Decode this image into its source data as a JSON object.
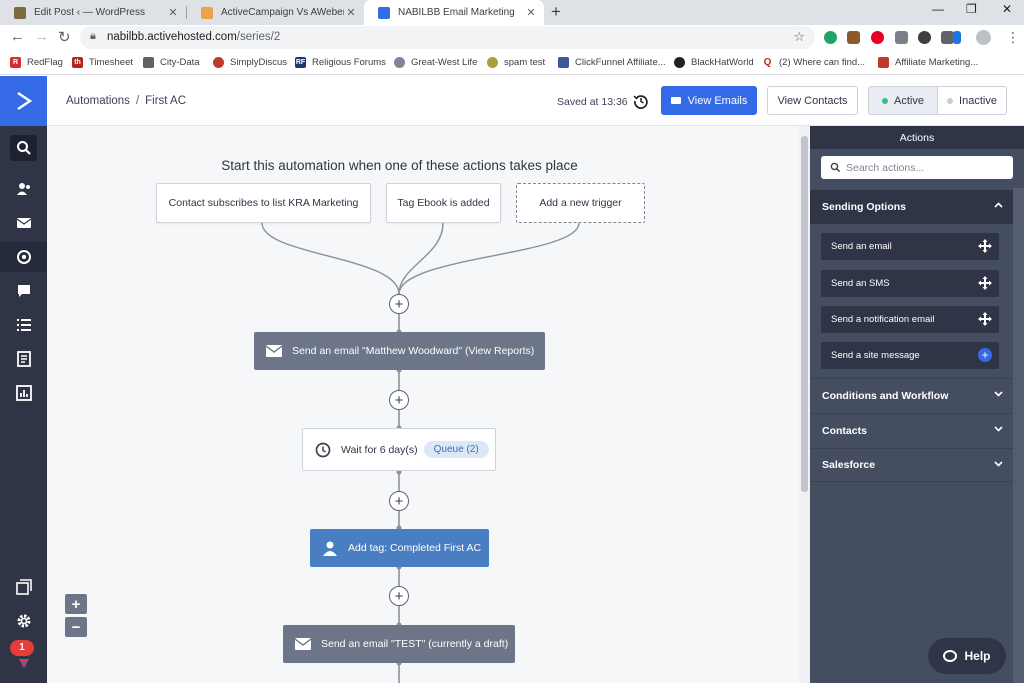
{
  "browser": {
    "tabs": [
      {
        "title": "Edit Post ‹ — WordPress",
        "color": "#7d6b3e"
      },
      {
        "title": "ActiveCampaign Vs AWeber - Wh",
        "color": "#f0a04b"
      },
      {
        "title": "NABILBB Email Marketing",
        "color": "#356ae6"
      }
    ],
    "address": {
      "host": "nabilbb.activehosted.com",
      "path": "/series/2"
    },
    "bookmarks": [
      {
        "label": "RedFlag",
        "color": "#d32f2f"
      },
      {
        "label": "Timesheet",
        "color": "#b3261e",
        "glyph": "th"
      },
      {
        "label": "City-Data",
        "color": "#5f6368"
      },
      {
        "label": "SimplyDiscus",
        "color": "#c0392b"
      },
      {
        "label": "Religious Forums",
        "color": "#1a3a6e",
        "glyph": "RF"
      },
      {
        "label": "Great-West Life",
        "color": "#7a8797"
      },
      {
        "label": "spam test",
        "color": "#a6a13a"
      },
      {
        "label": "ClickFunnel Affiliate...",
        "color": "#3b5998"
      },
      {
        "label": "BlackHatWorld",
        "color": "#222222"
      },
      {
        "label": "(2) Where can find...",
        "color": "#b92b27",
        "glyph": "Q"
      },
      {
        "label": "Affiliate Marketing...",
        "color": "#c0392b"
      }
    ]
  },
  "header": {
    "breadcrumb_root": "Automations",
    "breadcrumb_sep": "/",
    "breadcrumb_current": "First AC",
    "saved": "Saved at 13:36",
    "view_emails": "View Emails",
    "view_contacts": "View Contacts",
    "active": "Active",
    "inactive": "Inactive"
  },
  "nav": {
    "notification_count": "1"
  },
  "canvas": {
    "heading": "Start this automation when one of these actions takes place",
    "triggers": [
      "Contact subscribes to list KRA Marketing",
      "Tag Ebook is added",
      "Add a new trigger"
    ],
    "steps": {
      "email1": "Send an email \"Matthew Woodward\" (View Reports)",
      "wait": "Wait for 6 day(s)",
      "queue": "Queue (2)",
      "tag": "Add tag: Completed First AC",
      "email2": "Send an email \"TEST\" (currently a draft)"
    }
  },
  "sidebar": {
    "title": "Actions",
    "search_placeholder": "Search actions...",
    "sending_options": "Sending Options",
    "items": [
      "Send an email",
      "Send an SMS",
      "Send a notification email",
      "Send a site message"
    ],
    "conditions": "Conditions and Workflow",
    "contacts": "Contacts",
    "salesforce": "Salesforce"
  },
  "help": "Help",
  "colors": {
    "brand_blue": "#356ae6",
    "nav_dark": "#2f3547",
    "active_dot": "#2ec27e",
    "inactive_dot": "#c8ccd4"
  }
}
